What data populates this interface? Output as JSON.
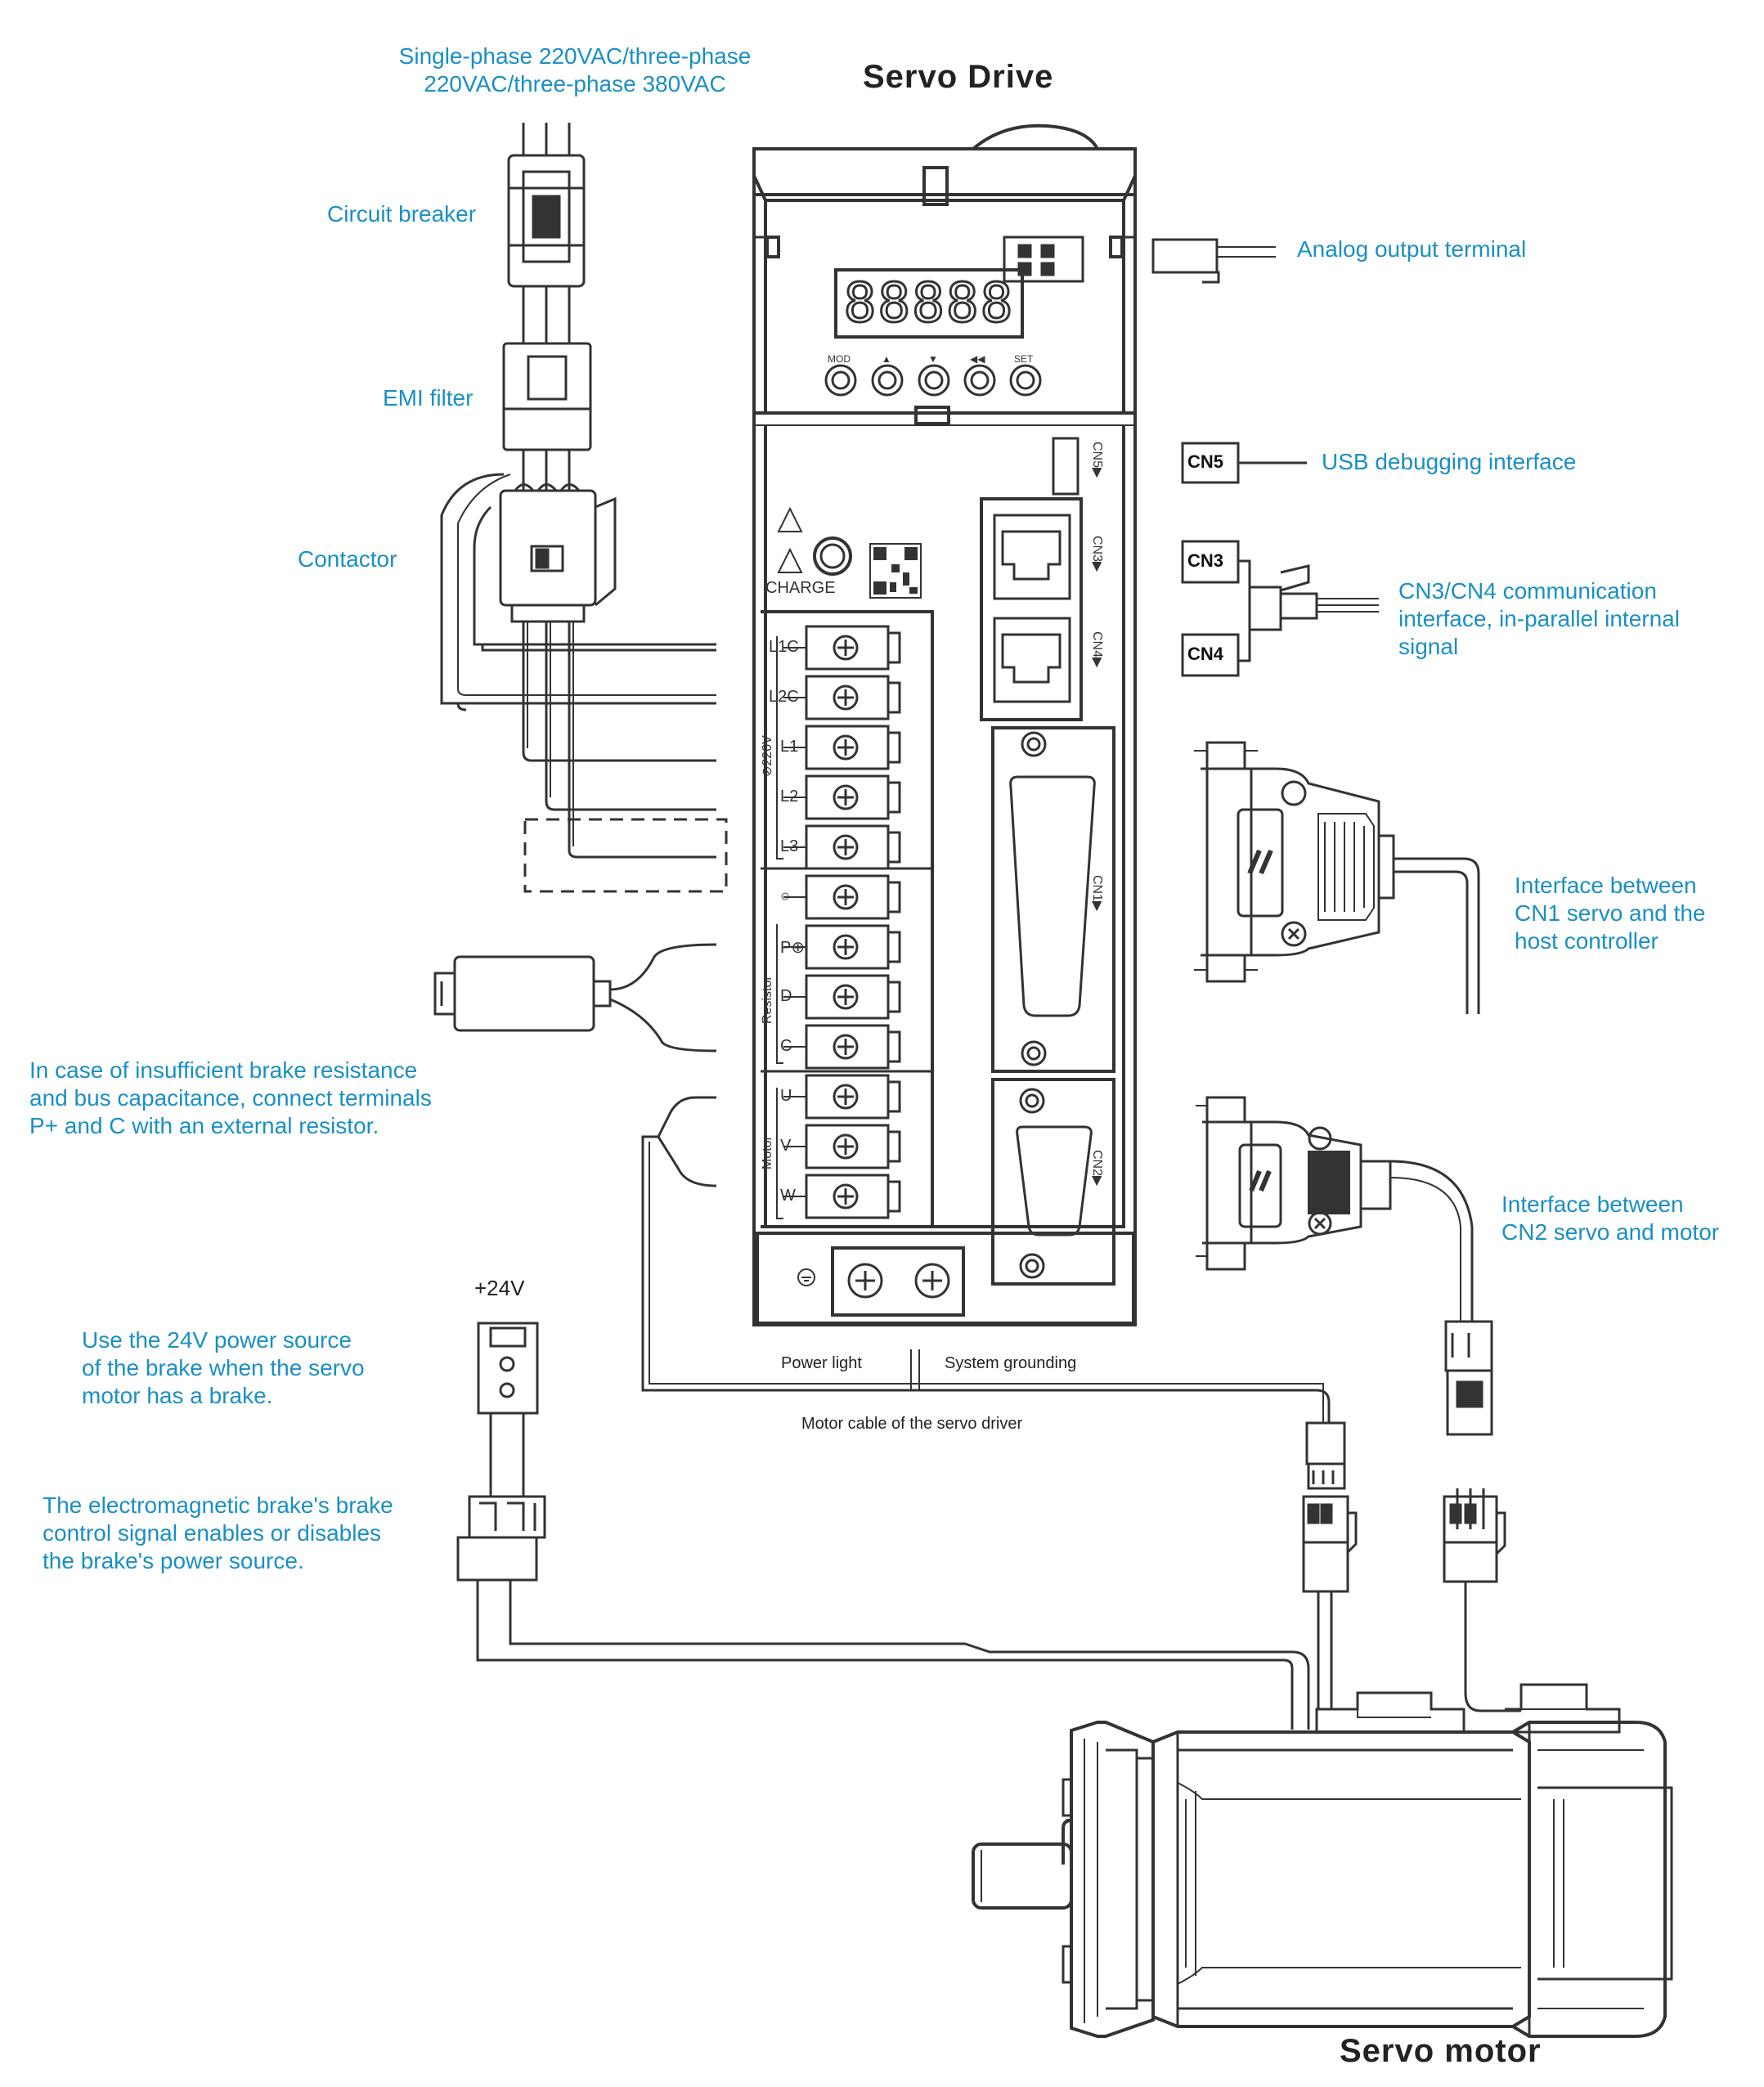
{
  "titles": {
    "drive": "Servo Drive",
    "motor": "Servo motor"
  },
  "labels": {
    "power_supply": [
      "Single-phase 220VAC/three-phase",
      "220VAC/three-phase 380VAC"
    ],
    "circuit_breaker": "Circuit breaker",
    "emi_filter": "EMI filter",
    "contactor": "Contactor",
    "brake_resistor": [
      "In case of insufficient brake resistance",
      "and bus capacitance, connect terminals",
      "P+ and C with an external resistor."
    ],
    "plus24v": "+24V",
    "brake_power": [
      "Use the 24V power source",
      "of the brake when the servo",
      "motor has a brake."
    ],
    "brake_signal": [
      "The electromagnetic brake's brake",
      "control signal enables or disables",
      "the brake's power source."
    ],
    "analog_output": "Analog output terminal",
    "usb": "USB debugging interface",
    "cn34": [
      "CN3/CN4 communication",
      "interface, in-parallel internal",
      "signal"
    ],
    "cn1": [
      "Interface between",
      "CN1 servo and the",
      "host controller"
    ],
    "cn2": [
      "Interface between",
      "CN2 servo and motor"
    ],
    "power_light": "Power light",
    "system_grounding": "System grounding",
    "motor_cable": "Motor cable of the servo driver"
  },
  "tags": {
    "cn5": "CN5",
    "cn3": "CN3",
    "cn4": "CN4"
  },
  "drive": {
    "display": "88888",
    "buttons": [
      "MOD",
      "▲",
      "▼",
      "◀◀",
      "SET"
    ],
    "charge": "CHARGE",
    "terminals": [
      "L1C",
      "L2C",
      "L1",
      "L2",
      "L3",
      "○",
      "P⊕",
      "D",
      "C",
      "U",
      "V",
      "W"
    ],
    "group_220v": "⊘220V",
    "group_resistor": "Resistor",
    "group_motor": "Motor",
    "port_cn5": "CN5▶",
    "port_cn3": "CN3▶",
    "port_cn4": "CN4▶",
    "port_cn1": "CN1▶",
    "port_cn2": "CN2▶"
  },
  "colors": {
    "label": "#1a8fc4",
    "line": "#333333"
  }
}
